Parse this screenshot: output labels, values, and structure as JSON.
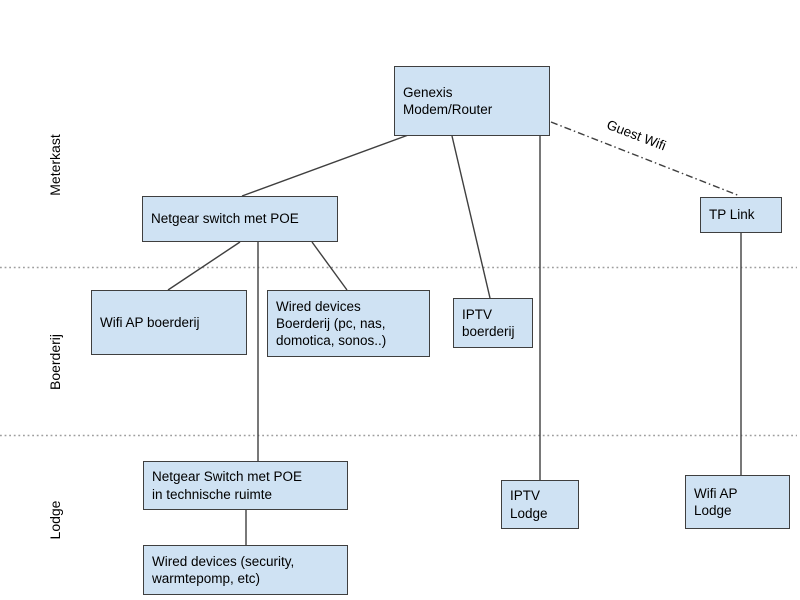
{
  "zones": [
    {
      "label": "Meterkast"
    },
    {
      "label": "Boerderij"
    },
    {
      "label": "Lodge"
    }
  ],
  "nodes": {
    "genexis": {
      "label": "Genexis\nModem/Router"
    },
    "netgear_switch_meterkast": {
      "label": "Netgear switch met POE"
    },
    "tp_link": {
      "label": "TP Link"
    },
    "wifi_ap_boerderij": {
      "label": "Wifi AP boerderij"
    },
    "wired_devices_boerderij": {
      "label": "Wired devices\nBoerderij (pc, nas,\ndomotica, sonos..)"
    },
    "iptv_boerderij": {
      "label": "IPTV\nboerderij"
    },
    "netgear_switch_lodge": {
      "label": "Netgear Switch met POE\nin technische ruimte"
    },
    "wired_devices_lodge": {
      "label": "Wired devices (security,\nwarmtepomp, etc)"
    },
    "iptv_lodge": {
      "label": "IPTV\nLodge"
    },
    "wifi_ap_lodge": {
      "label": "Wifi AP\nLodge"
    }
  },
  "edges": {
    "guest_wifi_label": "Guest Wifi"
  },
  "colors": {
    "node_fill": "#cfe2f3",
    "node_border": "#3f3f3f",
    "edge_line": "#3f3f3f",
    "separator": "#9e9e9e",
    "text": "#000000"
  }
}
